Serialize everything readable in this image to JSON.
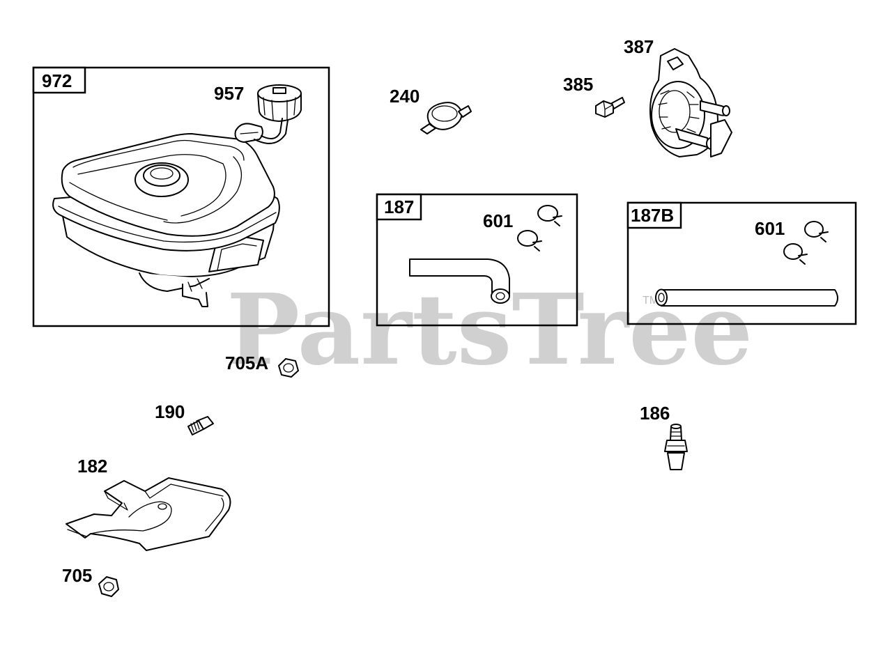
{
  "watermark": {
    "text": "PartsTree",
    "trademark": "TM"
  },
  "boxes": [
    {
      "id": "972",
      "label": "972"
    },
    {
      "id": "187",
      "label": "187"
    },
    {
      "id": "187B",
      "label": "187B"
    }
  ],
  "parts": [
    {
      "id": "957",
      "label": "957"
    },
    {
      "id": "240",
      "label": "240"
    },
    {
      "id": "385",
      "label": "385"
    },
    {
      "id": "387",
      "label": "387"
    },
    {
      "id": "601a",
      "label": "601"
    },
    {
      "id": "601b",
      "label": "601"
    },
    {
      "id": "705A",
      "label": "705A"
    },
    {
      "id": "190",
      "label": "190"
    },
    {
      "id": "182",
      "label": "182"
    },
    {
      "id": "186",
      "label": "186"
    },
    {
      "id": "705",
      "label": "705"
    }
  ]
}
